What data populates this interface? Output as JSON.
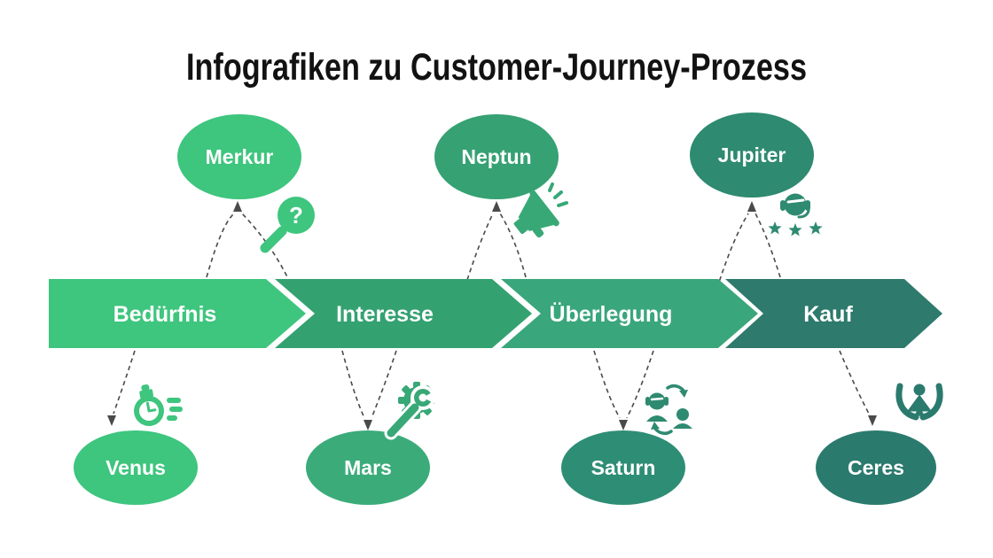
{
  "title": "Infografiken zu Customer-Journey-Prozess",
  "colors": {
    "background": "#ffffff",
    "title_text": "#121212",
    "connector_dash": "#4a4a4a",
    "label_text": "#ffffff"
  },
  "stages": [
    {
      "label": "Bedürfnis",
      "color": "#3EC57E"
    },
    {
      "label": "Interesse",
      "color": "#34A171"
    },
    {
      "label": "Überlegung",
      "color": "#3AA67C"
    },
    {
      "label": "Kauf",
      "color": "#2E7A6C"
    }
  ],
  "top_nodes": [
    {
      "label": "Merkur",
      "color": "#3EC57E",
      "icon": "magnifier-question-icon",
      "icon_glyph": "?"
    },
    {
      "label": "Neptun",
      "color": "#36A173",
      "icon": "megaphone-icon"
    },
    {
      "label": "Jupiter",
      "color": "#2E8A70",
      "icon": "support-agent-rating-icon"
    }
  ],
  "bottom_nodes": [
    {
      "label": "Venus",
      "color": "#3EC57E",
      "icon": "stopwatch-icon"
    },
    {
      "label": "Mars",
      "color": "#3BAB7A",
      "icon": "gear-wrench-icon"
    },
    {
      "label": "Saturn",
      "color": "#2E8D75",
      "icon": "customer-exchange-icon"
    },
    {
      "label": "Ceres",
      "color": "#2B7A6E",
      "icon": "hands-holding-person-icon"
    }
  ]
}
